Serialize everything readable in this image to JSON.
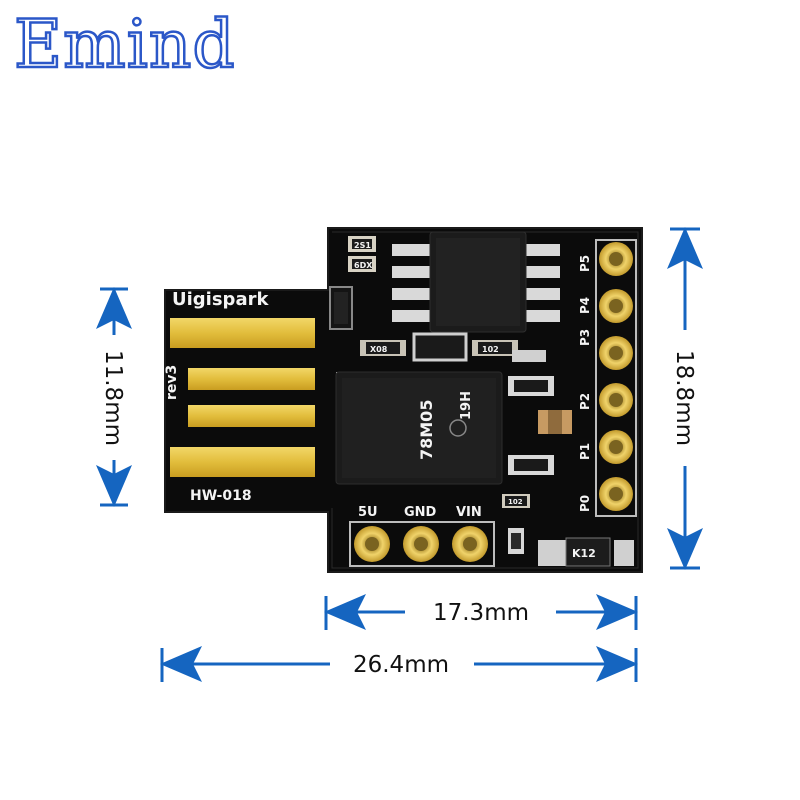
{
  "brand": {
    "name": "Emind",
    "color": "#2b57c8"
  },
  "board": {
    "name_label": "Uigispark",
    "revision_label": "rev3",
    "model_label": "HW-018",
    "regulator_marking": "78M05",
    "regulator_code": "19H",
    "header_pins": [
      "P5",
      "P4",
      "P3",
      "P2",
      "P1",
      "P0"
    ],
    "power_pins": [
      "5U",
      "GND",
      "VIN"
    ],
    "component_labels": [
      "2S1",
      "6DX",
      "X08",
      "102",
      "102",
      "K12"
    ],
    "pcb_color": "#0b0b0b",
    "gold_color": "#e7c544"
  },
  "dimensions": {
    "usb_height": "11.8mm",
    "board_height": "18.8mm",
    "board_width": "17.3mm",
    "total_width": "26.4mm",
    "arrow_color": "#1565c0"
  }
}
